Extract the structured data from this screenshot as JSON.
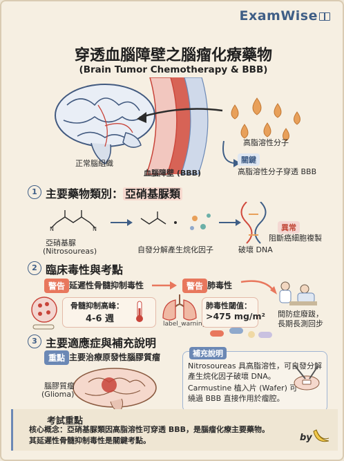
{
  "brand": "ExamWise",
  "title": "穿透血腦障壁之腦瘤化療藥物",
  "subtitle": "(Brain Tumor Chemotherapy & BBB)",
  "hero": {
    "brain_label": "正常腦組織",
    "bbb_label": "血腦障壁 (BBB)",
    "molecule_label": "高脂溶性分子",
    "key_tag": "關鍵",
    "key_text": "高脂溶性分子穿透 BBB"
  },
  "section1": {
    "num": "1",
    "title_prefix": "主要藥物類別：",
    "title_highlight": "亞硝基脲類",
    "drug_name": "亞硝基脲",
    "drug_name_en": "(Nitrosoureas)",
    "decomp_label": "自發分解產生烷化因子",
    "dna_label": "破壞 DNA",
    "abn_tag": "異常",
    "abn_text": "阻斷癌細胞複製"
  },
  "section2": {
    "num": "2",
    "title": "臨床毒性與考點",
    "warn1_tag": "警告",
    "warn1_text": "延遲性骨髓抑制毒性",
    "warn2_tag": "警告",
    "warn2_text": "肺毒性",
    "marrow_text": "骨髓抑制高峰：",
    "marrow_value": "4-6 週",
    "lung_text": "肺毒性閾值：",
    "lung_value": ">475 mg/m²",
    "lung_caption": "label_warning",
    "fibrosis_text1": "間防症廢跋，",
    "fibrosis_text2": "長期長測回步"
  },
  "section3": {
    "num": "3",
    "title": "主要適應症與補充說明",
    "key_tag": "重點",
    "key_text": "主要治療原發性腦膠質瘤",
    "glioma_label": "腦膠質瘤",
    "glioma_en": "(Glioma)",
    "supp_tag": "補充說明",
    "supp_line1": "Nitrosoureas 具高脂溶性，可自發分解",
    "supp_line2": "產生烷化因子破壞 DNA。",
    "supp_line3": "Carmustine 植入片 (Wafer) 可",
    "supp_line4": "繞過 BBB 直接作用於瘤腔。"
  },
  "exam": {
    "title": "考試重點",
    "line1": "核心概念：亞硝基脲類因高脂溶性可穿透 BBB，是腦瘤化療主要藥物。",
    "line2": "其延遲性骨髓抑制毒性是關鍵考點。",
    "by": "by"
  },
  "colors": {
    "accent_blue": "#3f5e86",
    "warn_orange": "#e8775d",
    "drop_orange": "#e8a05a"
  }
}
